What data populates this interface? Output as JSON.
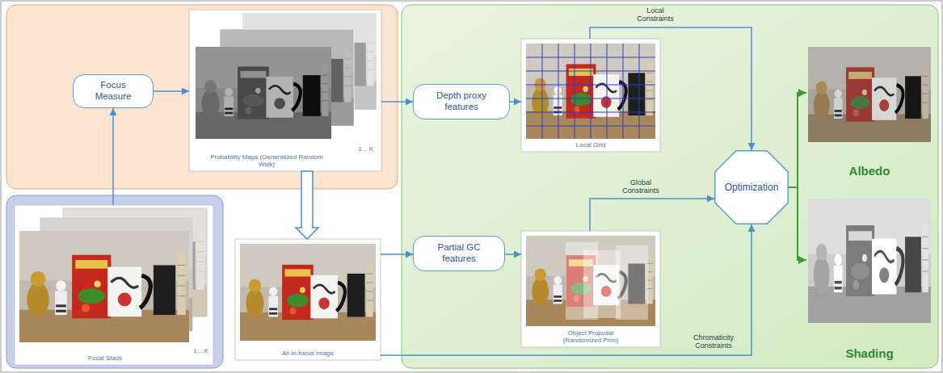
{
  "diagram": {
    "nodes": [
      {
        "text": [
          "Focus Measure"
        ]
      },
      {
        "text": [
          "Probability Maps (Generalized Random Walk)",
          "1 .. K"
        ]
      },
      {
        "text": [
          "Focal Stack",
          "1 .. K"
        ]
      },
      {
        "text": [
          "All-in-focus Image"
        ]
      },
      {
        "text": [
          "Depth proxy features"
        ]
      },
      {
        "text": [
          "Local Grid"
        ]
      },
      {
        "text": [
          "Partial GC features"
        ]
      },
      {
        "text": [
          "Object Proposal (Randomized Prim)"
        ]
      },
      {
        "text": [
          "Optimization"
        ]
      },
      {
        "text": [
          "Albedo"
        ]
      },
      {
        "text": [
          "Shading"
        ]
      }
    ],
    "edges": [
      {
        "from": 2,
        "to": 0,
        "arrow": "to"
      },
      {
        "from": 0,
        "to": 1,
        "arrow": "to"
      },
      {
        "from": 1,
        "to": 3,
        "arrow": "to"
      },
      {
        "from": 1,
        "to": 4,
        "arrow": "to"
      },
      {
        "from": 4,
        "to": 5,
        "arrow": "to"
      },
      {
        "from": 5,
        "to": 8,
        "label": "Local Constraints",
        "arrow": "to"
      },
      {
        "from": 3,
        "to": 6,
        "arrow": "to"
      },
      {
        "from": 6,
        "to": 7,
        "arrow": "to"
      },
      {
        "from": 7,
        "to": 8,
        "label": "Global Constraints",
        "arrow": "to"
      },
      {
        "from": 3,
        "to": 8,
        "label": "Chromaticity Constraints",
        "arrow": "to"
      },
      {
        "from": 8,
        "to": 9,
        "arrow": "to"
      },
      {
        "from": 8,
        "to": 10,
        "arrow": "to"
      }
    ]
  }
}
